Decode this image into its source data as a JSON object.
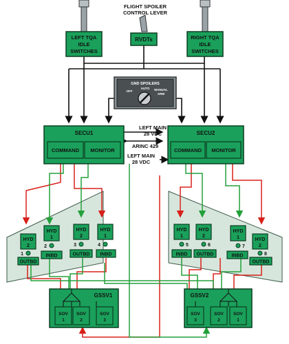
{
  "labels": {
    "lever_title_line1": "FLIGHT SPOILER",
    "lever_title_line2": "CONTROL LEVER",
    "rvdt": "RVDTs",
    "left_tqa_l1": "LEFT TQA",
    "left_tqa_l2": "IDLE",
    "left_tqa_l3": "SWITCHES",
    "right_tqa_l1": "RIGHT TQA",
    "right_tqa_l2": "IDLE",
    "right_tqa_l3": "SWITCHES",
    "gnd_spoilers": "GND SPOILERS",
    "auto": "AUTO",
    "off": "OFF",
    "manual_l1": "MANUAL",
    "manual_l2": "ARM",
    "secu1": "SECU1",
    "secu2": "SECU2",
    "command": "COMMAND",
    "monitor": "MONITOR",
    "left_main_a_l1": "LEFT MAIN",
    "left_main_a_l2": "28 VDC",
    "arinc": "ARINC 429",
    "left_main_b_l1": "LEFT MAIN",
    "left_main_b_l2": "28 VDC",
    "gssv1": "GSSV1",
    "gssv2": "GSSV2",
    "sov": "SOV",
    "hyd": "HYD",
    "outbd": "OUTBD",
    "inbd": "INBD"
  },
  "sov_numbers": [
    "1",
    "2",
    "3"
  ],
  "left_hyd": [
    {
      "num": "2",
      "pos": "1"
    },
    {
      "num": "1",
      "pos": "2"
    },
    {
      "num": "2",
      "pos": "3"
    },
    {
      "num": "1",
      "pos": "4"
    }
  ],
  "right_hyd": [
    {
      "num": "1",
      "pos": "5"
    },
    {
      "num": "2",
      "pos": "6"
    },
    {
      "num": "1",
      "pos": "7"
    },
    {
      "num": "2",
      "pos": "8"
    }
  ],
  "colors": {
    "box_green": "#1aa05a",
    "wing_fill": "#d7e6dc",
    "wire_red": "#d8201a",
    "wire_green": "#22a03a",
    "wire_black": "#111111"
  }
}
